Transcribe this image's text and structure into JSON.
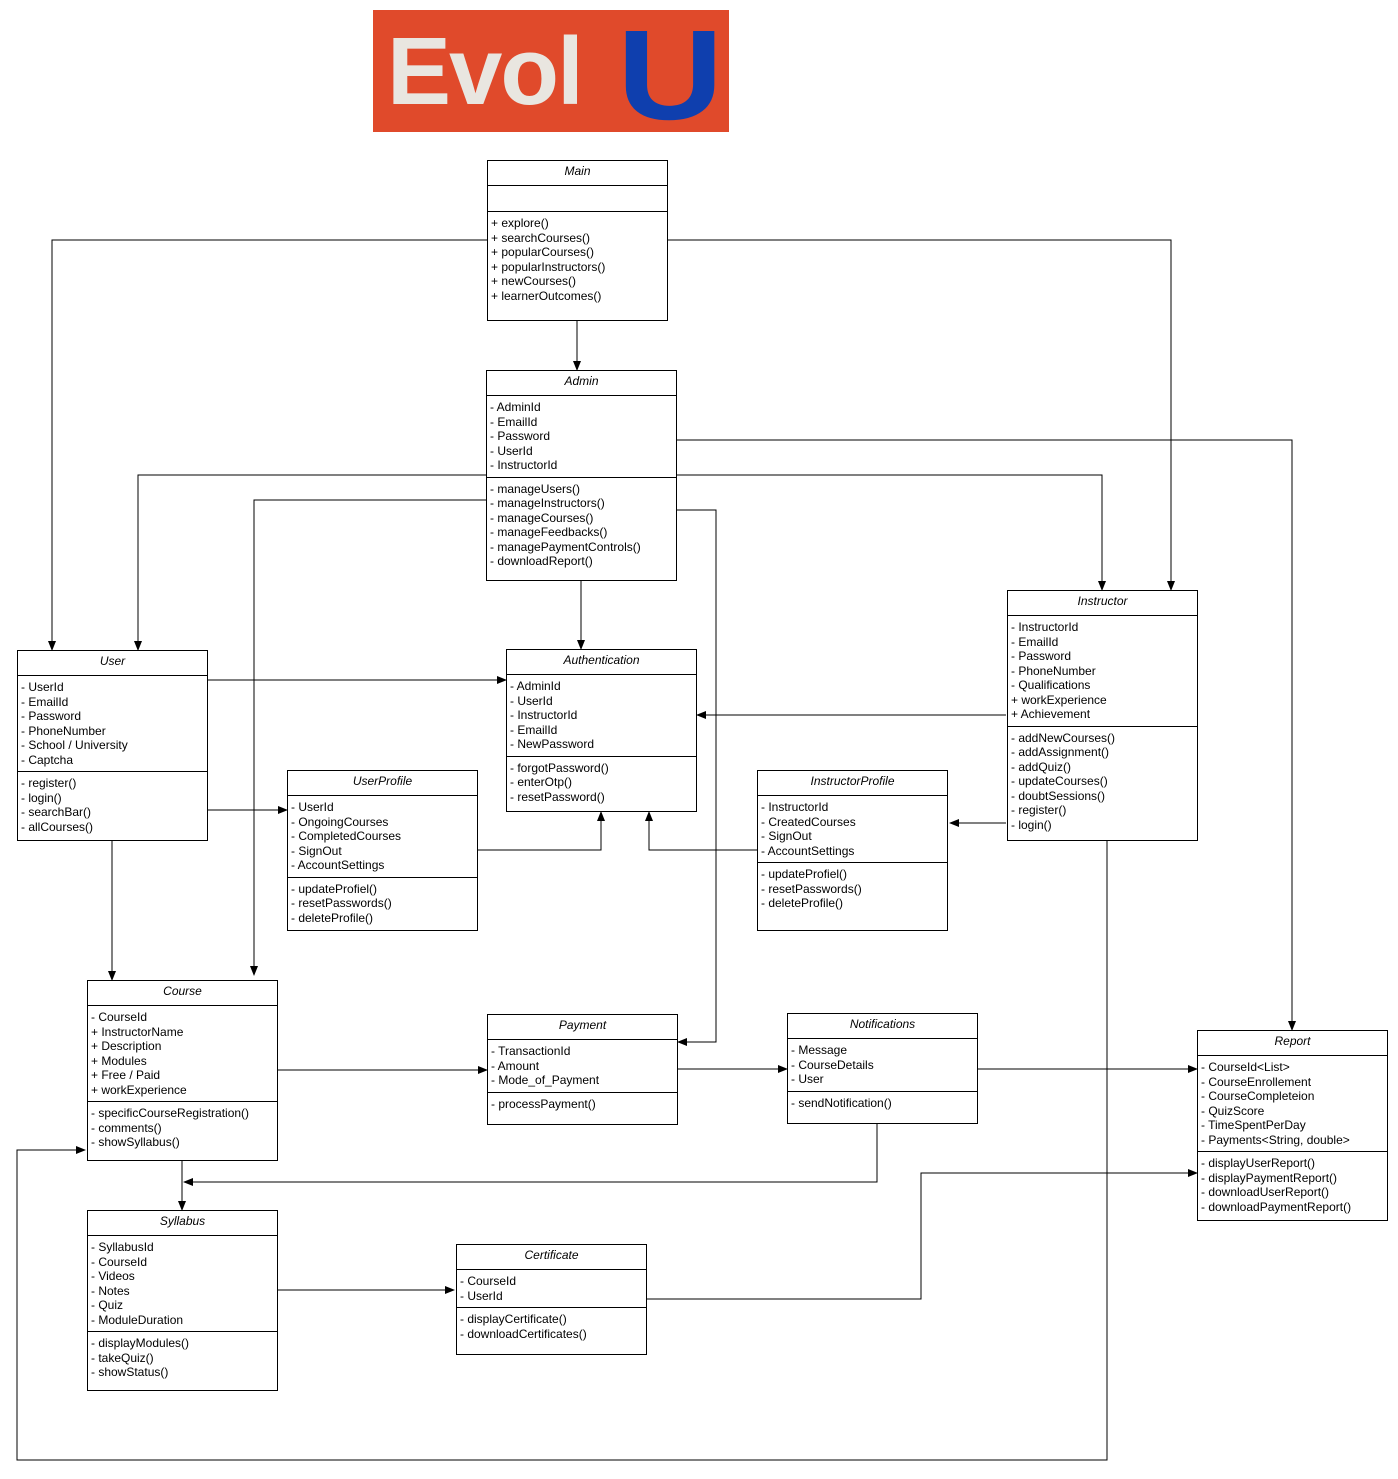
{
  "logo": {
    "text_left": "Evol",
    "text_right": "U",
    "bg": "#e04a2b",
    "left_color": "#e9e6e0",
    "right_color": "#0f3fae"
  },
  "classes": {
    "main": {
      "name": "Main",
      "attributes": [],
      "methods": [
        "+ explore()",
        "+ searchCourses()",
        "+ popularCourses()",
        "+ popularInstructors()",
        "+ newCourses()",
        "+ learnerOutcomes()"
      ]
    },
    "admin": {
      "name": "Admin",
      "attributes": [
        "- AdminId",
        "- EmailId",
        "- Password",
        "- UserId",
        "- InstructorId"
      ],
      "methods": [
        "- manageUsers()",
        "- manageInstructors()",
        "- manageCourses()",
        "- manageFeedbacks()",
        "- managePaymentControls()",
        "- downloadReport()"
      ]
    },
    "user": {
      "name": "User",
      "attributes": [
        "- UserId",
        "- EmailId",
        "- Password",
        "- PhoneNumber",
        "- School / University",
        "- Captcha"
      ],
      "methods": [
        "- register()",
        "- login()",
        "- searchBar()",
        "- allCourses()"
      ]
    },
    "authentication": {
      "name": "Authentication",
      "attributes": [
        "- AdminId",
        "- UserId",
        "- InstructorId",
        "- EmailId",
        "- NewPassword"
      ],
      "methods": [
        "- forgotPassword()",
        "- enterOtp()",
        "- resetPassword()"
      ]
    },
    "instructor": {
      "name": "Instructor",
      "attributes": [
        "- InstructorId",
        "- EmailId",
        "- Password",
        "- PhoneNumber",
        "- Qualifications",
        "+ workExperience",
        "+ Achievement"
      ],
      "methods": [
        "- addNewCourses()",
        "- addAssignment()",
        "- addQuiz()",
        "- updateCourses()",
        "- doubtSessions()",
        "- register()",
        "- login()"
      ]
    },
    "userprofile": {
      "name": "UserProfile",
      "attributes": [
        "- UserId",
        "- OngoingCourses",
        "- CompletedCourses",
        "- SignOut",
        "- AccountSettings"
      ],
      "methods": [
        "- updateProfiel()",
        "- resetPasswords()",
        "- deleteProfile()"
      ]
    },
    "instructorprofile": {
      "name": "InstructorProfile",
      "attributes": [
        "- InstructorId",
        "- CreatedCourses",
        "- SignOut",
        "- AccountSettings"
      ],
      "methods": [
        "- updateProfiel()",
        "- resetPasswords()",
        "- deleteProfile()"
      ]
    },
    "course": {
      "name": "Course",
      "attributes": [
        "- CourseId",
        "+ InstructorName",
        "+ Description",
        "+ Modules",
        "+ Free / Paid",
        "+ workExperience"
      ],
      "methods": [
        "- specificCourseRegistration()",
        "- comments()",
        "- showSyllabus()"
      ]
    },
    "payment": {
      "name": "Payment",
      "attributes": [
        "- TransactionId",
        "- Amount",
        "- Mode_of_Payment"
      ],
      "methods": [
        "- processPayment()"
      ]
    },
    "notifications": {
      "name": "Notifications",
      "attributes": [
        "- Message",
        "- CourseDetails",
        "- User"
      ],
      "methods": [
        "- sendNotification()"
      ]
    },
    "report": {
      "name": "Report",
      "attributes": [
        "- CourseId<List>",
        "- CourseEnrollement",
        "- CourseCompleteion",
        "- QuizScore",
        "- TimeSpentPerDay",
        "- Payments<String, double>"
      ],
      "methods": [
        "- displayUserReport()",
        "- displayPaymentReport()",
        "- downloadUserReport()",
        "- downloadPaymentReport()"
      ]
    },
    "syllabus": {
      "name": "Syllabus",
      "attributes": [
        "- SyllabusId",
        "- CourseId",
        "- Videos",
        "- Notes",
        "- Quiz",
        "- ModuleDuration"
      ],
      "methods": [
        "- displayModules()",
        "- takeQuiz()",
        "- showStatus()"
      ]
    },
    "certificate": {
      "name": "Certificate",
      "attributes": [
        "- CourseId",
        "- UserId"
      ],
      "methods": [
        "- displayCertificate()",
        "- downloadCertificates()"
      ]
    }
  }
}
